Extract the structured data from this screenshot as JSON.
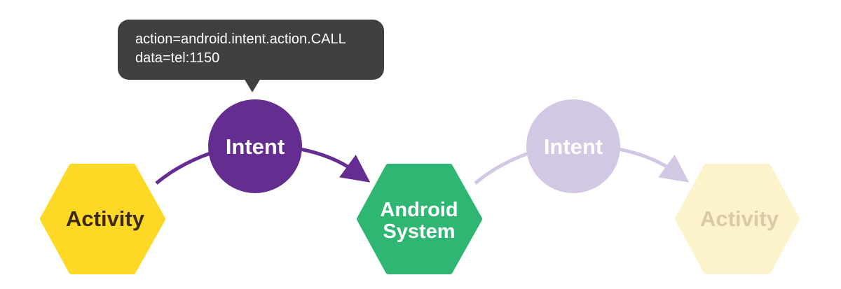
{
  "colors": {
    "activity_active": "#fdd825",
    "activity_inactive": "#fcf3cc",
    "intent_active": "#652d92",
    "intent_inactive": "#d3c8e3",
    "system": "#2eb672",
    "tooltip_bg": "#404040"
  },
  "tooltip": {
    "line1": "action=android.intent.action.CALL",
    "line2": "data=tel:1150"
  },
  "nodes": {
    "source_activity": "Activity",
    "intent_active": "Intent",
    "android_system_line1": "Android",
    "android_system_line2": "System",
    "intent_inactive": "Intent",
    "target_activity": "Activity"
  }
}
